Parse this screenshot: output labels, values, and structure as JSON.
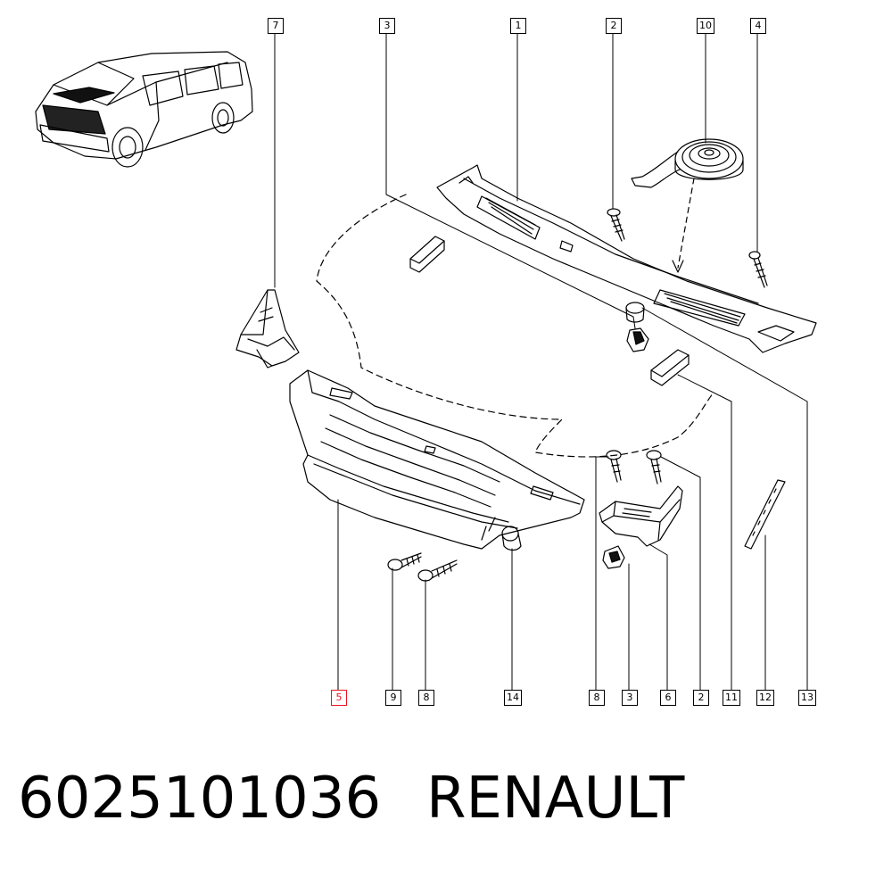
{
  "callouts": {
    "c7": "7",
    "c3top": "3",
    "c1": "1",
    "c2top": "2",
    "c10": "10",
    "c4": "4",
    "c5": "5",
    "c9": "9",
    "c8a": "8",
    "c14": "14",
    "c8b": "8",
    "c3bot": "3",
    "c6": "6",
    "c2bot": "2",
    "c11": "11",
    "c12": "12",
    "c13": "13"
  },
  "footer": {
    "part_number": "6025101036",
    "brand": "RENAULT"
  },
  "colors": {
    "line": "#000000",
    "highlight": "#e8141e"
  }
}
